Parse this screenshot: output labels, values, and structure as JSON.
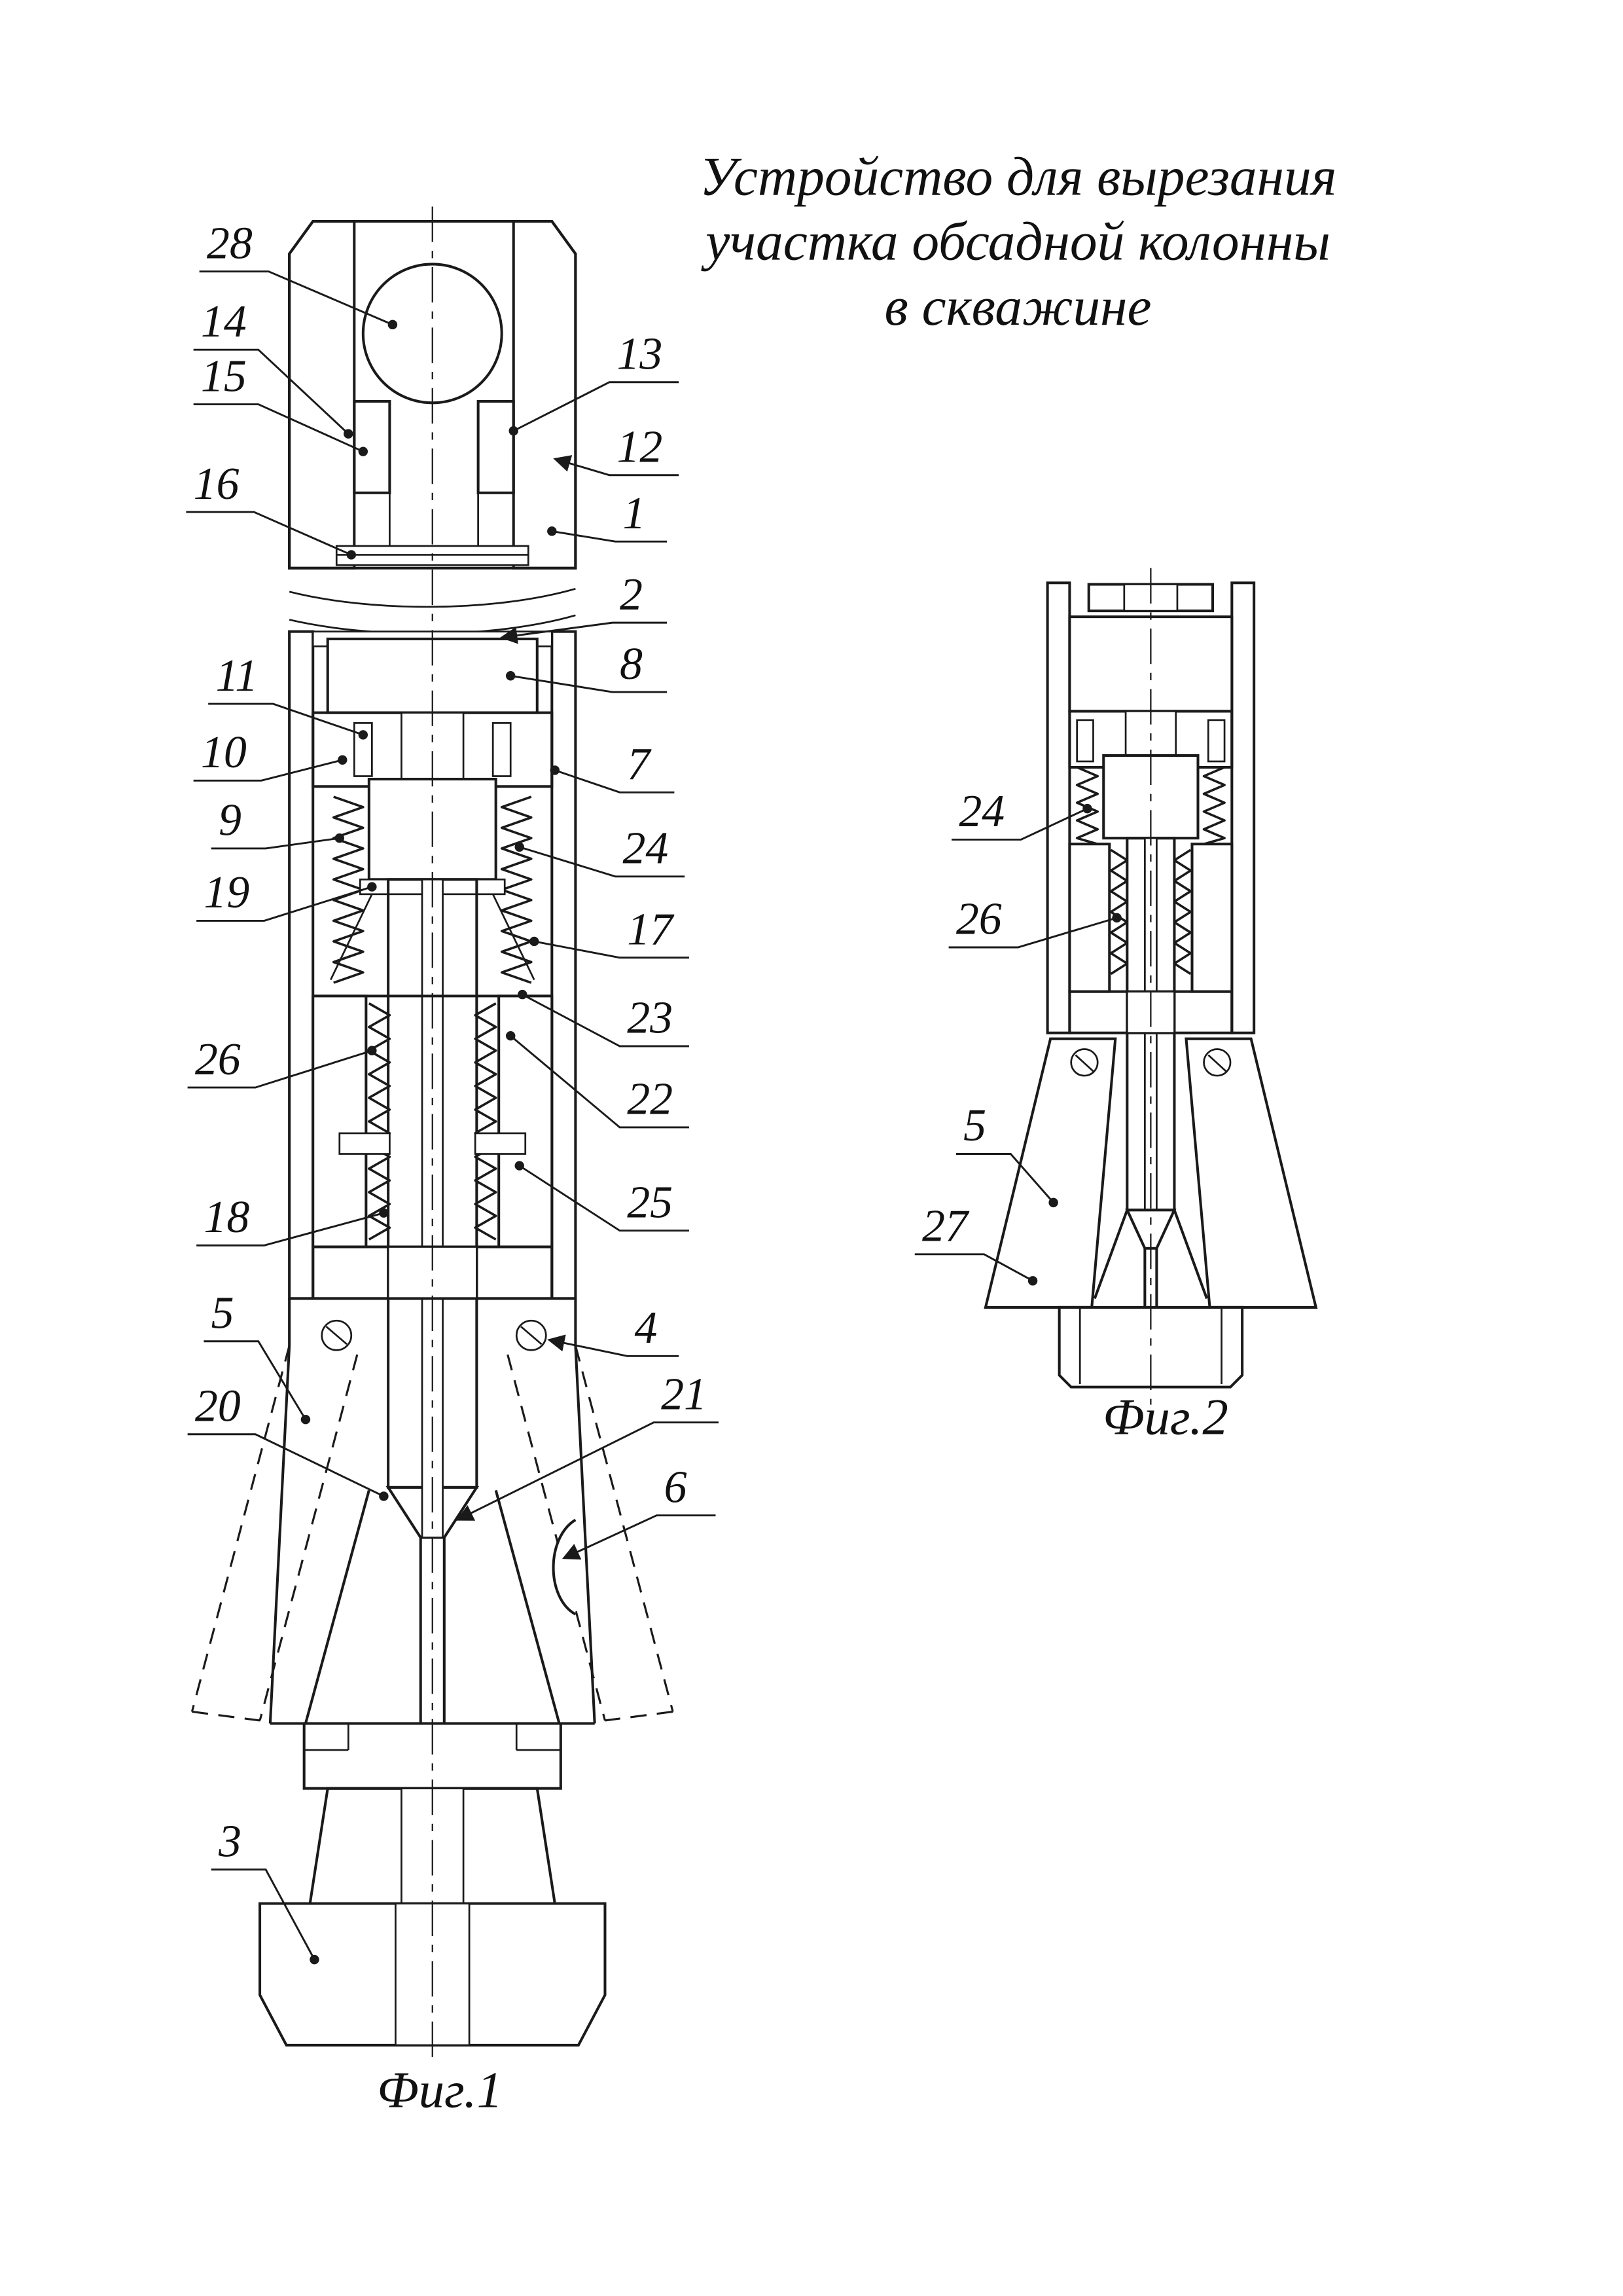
{
  "page": {
    "paper_color": "#ffffff",
    "ink_color": "#1a1a1a"
  },
  "title": {
    "line1": "Устройство для вырезания",
    "line2": "участка обсадной колонны",
    "line3": "в скважине"
  },
  "fig1": {
    "caption": "Фиг.1",
    "labels": {
      "l28": "28",
      "l14": "14",
      "l15": "15",
      "l16": "16",
      "l13": "13",
      "l12": "12",
      "l1": "1",
      "l2": "2",
      "l8": "8",
      "l11": "11",
      "l10": "10",
      "l7": "7",
      "l9": "9",
      "l24": "24",
      "l19": "19",
      "l17": "17",
      "l23": "23",
      "l26": "26",
      "l22": "22",
      "l18": "18",
      "l25": "25",
      "l5": "5",
      "l4": "4",
      "l20": "20",
      "l21": "21",
      "l6": "6",
      "l3": "3"
    }
  },
  "fig2": {
    "caption": "Фиг.2",
    "labels": {
      "l24": "24",
      "l26": "26",
      "l5": "5",
      "l27": "27"
    }
  }
}
